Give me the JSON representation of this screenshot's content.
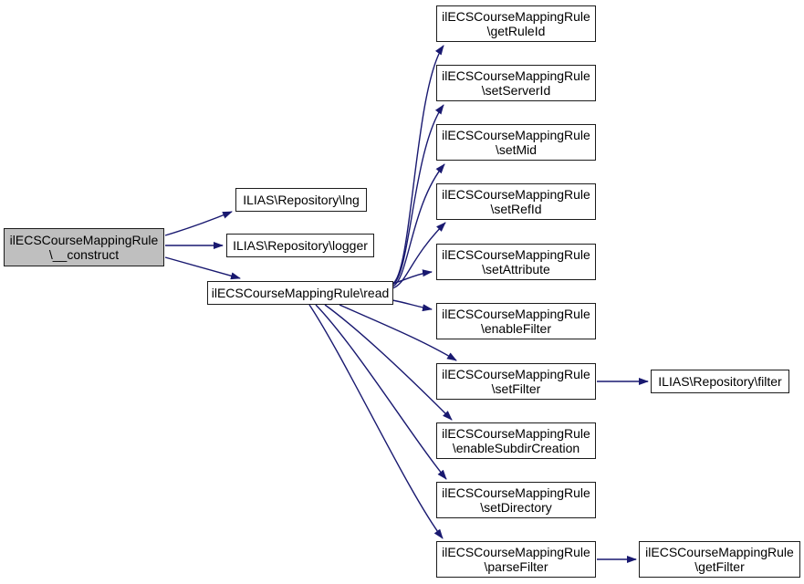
{
  "diagram": {
    "type": "call-graph",
    "colors": {
      "edge": "#191970",
      "node_fill": "#ffffff",
      "node_border": "#1c1c1c",
      "highlight_fill": "#bfbfbf",
      "background": "#ffffff",
      "text": "#000000"
    },
    "nodes": [
      {
        "id": "construct",
        "lines": [
          "ilECSCourseMappingRule",
          "\\__construct"
        ],
        "highlighted": true
      },
      {
        "id": "lng",
        "lines": [
          "ILIAS\\Repository\\lng"
        ]
      },
      {
        "id": "logger",
        "lines": [
          "ILIAS\\Repository\\logger"
        ]
      },
      {
        "id": "read",
        "lines": [
          "ilECSCourseMappingRule\\read"
        ]
      },
      {
        "id": "getRuleId",
        "lines": [
          "ilECSCourseMappingRule",
          "\\getRuleId"
        ]
      },
      {
        "id": "setServerId",
        "lines": [
          "ilECSCourseMappingRule",
          "\\setServerId"
        ]
      },
      {
        "id": "setMid",
        "lines": [
          "ilECSCourseMappingRule",
          "\\setMid"
        ]
      },
      {
        "id": "setRefId",
        "lines": [
          "ilECSCourseMappingRule",
          "\\setRefId"
        ]
      },
      {
        "id": "setAttribute",
        "lines": [
          "ilECSCourseMappingRule",
          "\\setAttribute"
        ]
      },
      {
        "id": "enableFilter",
        "lines": [
          "ilECSCourseMappingRule",
          "\\enableFilter"
        ]
      },
      {
        "id": "setFilter",
        "lines": [
          "ilECSCourseMappingRule",
          "\\setFilter"
        ]
      },
      {
        "id": "enableSubdirCreation",
        "lines": [
          "ilECSCourseMappingRule",
          "\\enableSubdirCreation"
        ]
      },
      {
        "id": "setDirectory",
        "lines": [
          "ilECSCourseMappingRule",
          "\\setDirectory"
        ]
      },
      {
        "id": "parseFilter",
        "lines": [
          "ilECSCourseMappingRule",
          "\\parseFilter"
        ]
      },
      {
        "id": "filter",
        "lines": [
          "ILIAS\\Repository\\filter"
        ]
      },
      {
        "id": "getFilter",
        "lines": [
          "ilECSCourseMappingRule",
          "\\getFilter"
        ]
      }
    ],
    "edges": [
      {
        "from": "construct",
        "to": "lng"
      },
      {
        "from": "construct",
        "to": "logger"
      },
      {
        "from": "construct",
        "to": "read"
      },
      {
        "from": "read",
        "to": "getRuleId"
      },
      {
        "from": "read",
        "to": "setServerId"
      },
      {
        "from": "read",
        "to": "setMid"
      },
      {
        "from": "read",
        "to": "setRefId"
      },
      {
        "from": "read",
        "to": "setAttribute"
      },
      {
        "from": "read",
        "to": "enableFilter"
      },
      {
        "from": "read",
        "to": "setFilter"
      },
      {
        "from": "read",
        "to": "enableSubdirCreation"
      },
      {
        "from": "read",
        "to": "setDirectory"
      },
      {
        "from": "read",
        "to": "parseFilter"
      },
      {
        "from": "setFilter",
        "to": "filter"
      },
      {
        "from": "parseFilter",
        "to": "getFilter"
      }
    ]
  }
}
